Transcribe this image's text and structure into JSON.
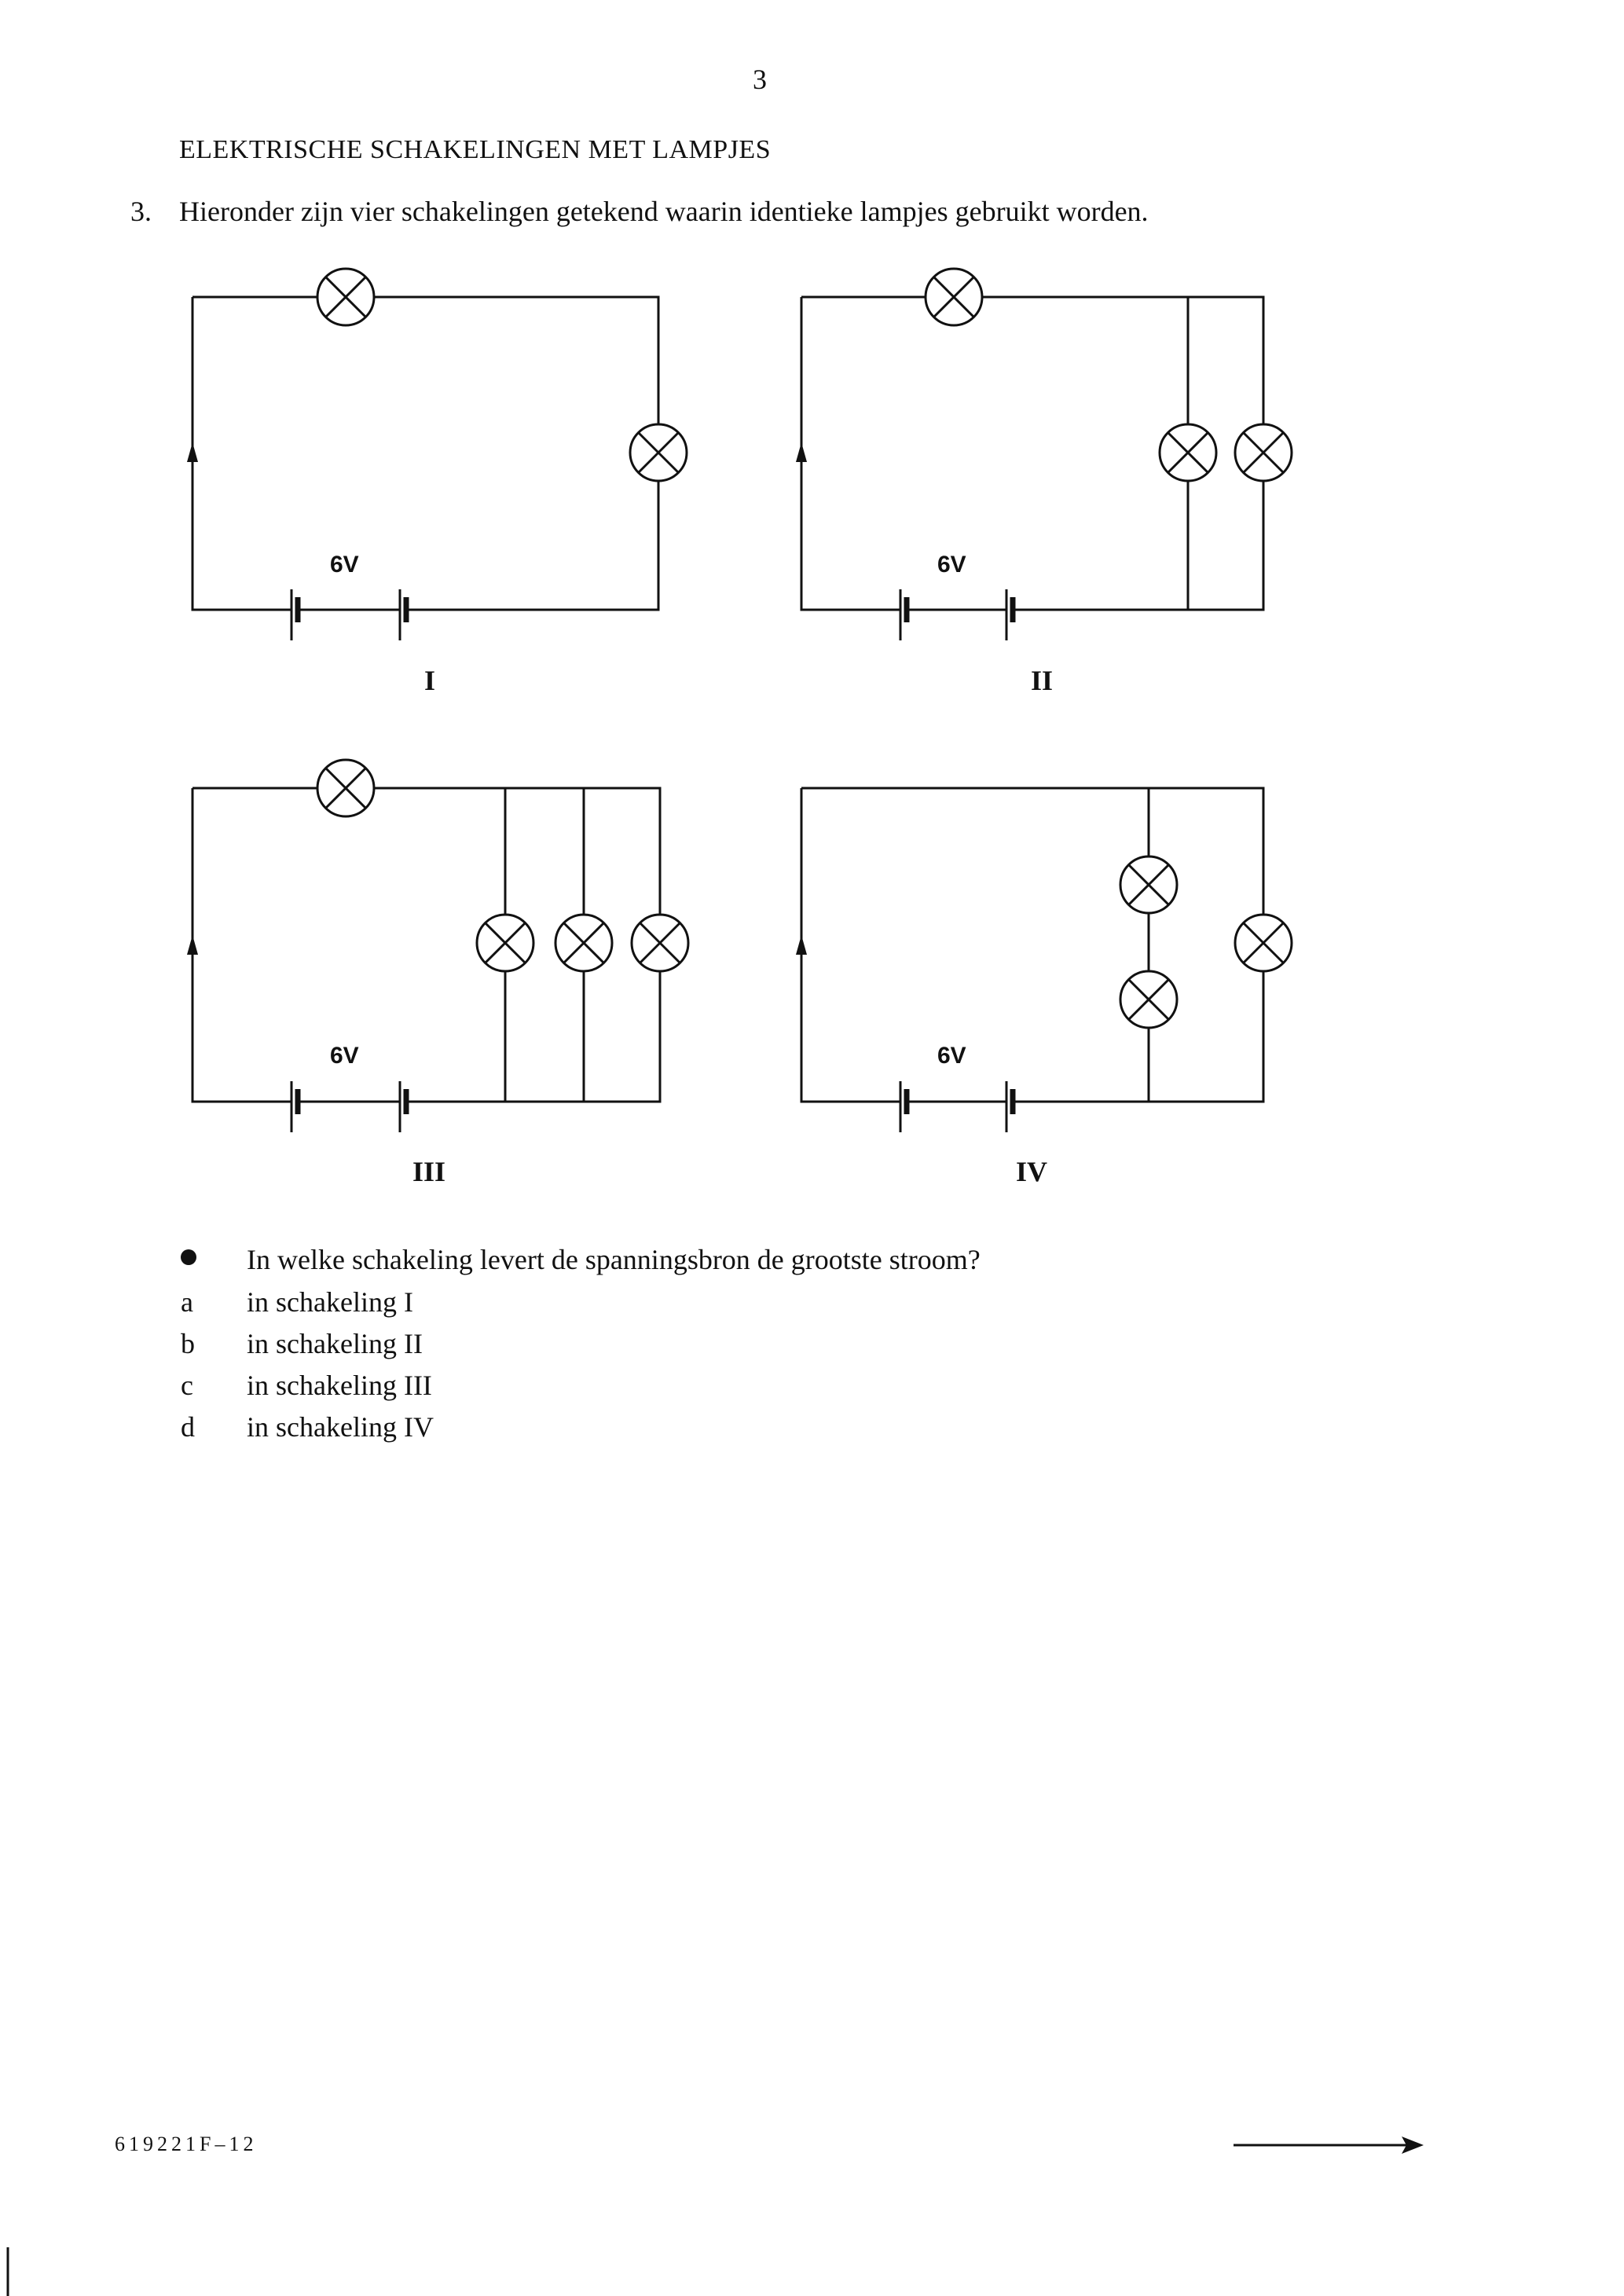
{
  "page": {
    "number": "3",
    "section_title": "ELEKTRISCHE SCHAKELINGEN MET LAMPJES",
    "question_number": "3.",
    "question_intro": "Hieronder zijn vier schakelingen getekend waarin identieke lampjes gebruikt worden."
  },
  "circuits": [
    {
      "label": "I",
      "voltage": "6V"
    },
    {
      "label": "II",
      "voltage": "6V"
    },
    {
      "label": "III",
      "voltage": "6V"
    },
    {
      "label": "IV",
      "voltage": "6V"
    }
  ],
  "question": {
    "text": "In welke schakeling levert de spanningsbron de grootste stroom?",
    "options": [
      {
        "letter": "a",
        "text": "in schakeling I"
      },
      {
        "letter": "b",
        "text": "in schakeling II"
      },
      {
        "letter": "c",
        "text": "in schakeling III"
      },
      {
        "letter": "d",
        "text": "in schakeling IV"
      }
    ]
  },
  "footer": {
    "code": "619221F–12",
    "next_page_icon": "arrow-right-icon"
  }
}
